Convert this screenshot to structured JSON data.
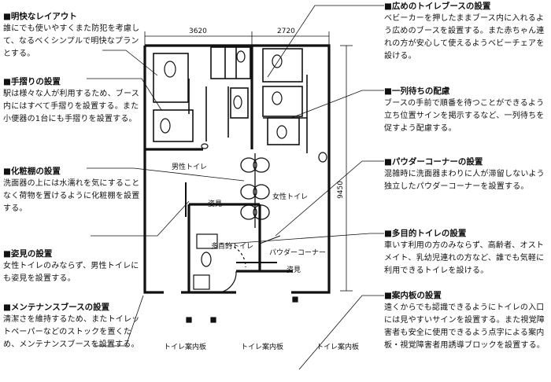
{
  "annotations_left": [
    {
      "heading": "■明快なレイアウト",
      "body": "誰にでも使いやすくまた防犯を考慮して、なるべくシンプルで明快なプランとする。"
    },
    {
      "heading": "■手摺りの設置",
      "body": "駅は様々な人が利用するため、ブース内にはすべて手摺りを設置する。また小便器の1台にも手摺りを設置する。"
    },
    {
      "heading": "■化粧棚の設置",
      "body": "洗面器の上には水濡れを気にすることなく荷物を置けるように化粧棚を設置する。"
    },
    {
      "heading": "■姿見の設置",
      "body": "女性トイレのみならず、男性トイレにも姿見を設置する。"
    },
    {
      "heading": "■メンテナンスブースの設置",
      "body": "清潔さを維持するため、またトイレットペーパーなどのストックを置くため、メンテナンスブースを設置する。"
    }
  ],
  "annotations_right": [
    {
      "heading": "■広めのトイレブースの設置",
      "body": "ベビーカーを押したままブース内に入れるよう広めのブースを設置する。また赤ちゃん連れの方が安心して使えるようベビーチェアを設ける。"
    },
    {
      "heading": "■一列待ちの配慮",
      "body": "ブースの手前で順番を待つことができるよう立ち位置サインを掲示するなど、一列待ちを促すよう配慮する。"
    },
    {
      "heading": "■パウダーコーナーの設置",
      "body": "混雑時に洗面器まわりに人が滞留しないよう独立したパウダーコーナーを設置する。"
    },
    {
      "heading": "■多目的トイレの設置",
      "body": "車いす利用の方のみならず、高齢者、オストメイト、乳幼児連れの方など、誰でも気軽に利用できるトイレを設ける。"
    },
    {
      "heading": "■案内板の設置",
      "body": "遠くからでも認識できるようにトイレの入口には見やすいサインを設置する。また視覚障害者も安全に使用できるよう点字による案内板・視覚障害者用誘導ブロックを設置する。"
    }
  ],
  "plan": {
    "dim_width_left": "3620",
    "dim_width_right": "2720",
    "dim_height": "9450",
    "room_mens": "男性トイレ",
    "room_womens": "女性トイレ",
    "room_multi": "多目的トイレ",
    "powder_corner": "パウダーコーナー",
    "mirror_1": "姿見",
    "mirror_2": "姿見",
    "sign_1": "トイレ案内板",
    "sign_2": "トイレ案内板",
    "sign_3": "トイレ案内板"
  }
}
